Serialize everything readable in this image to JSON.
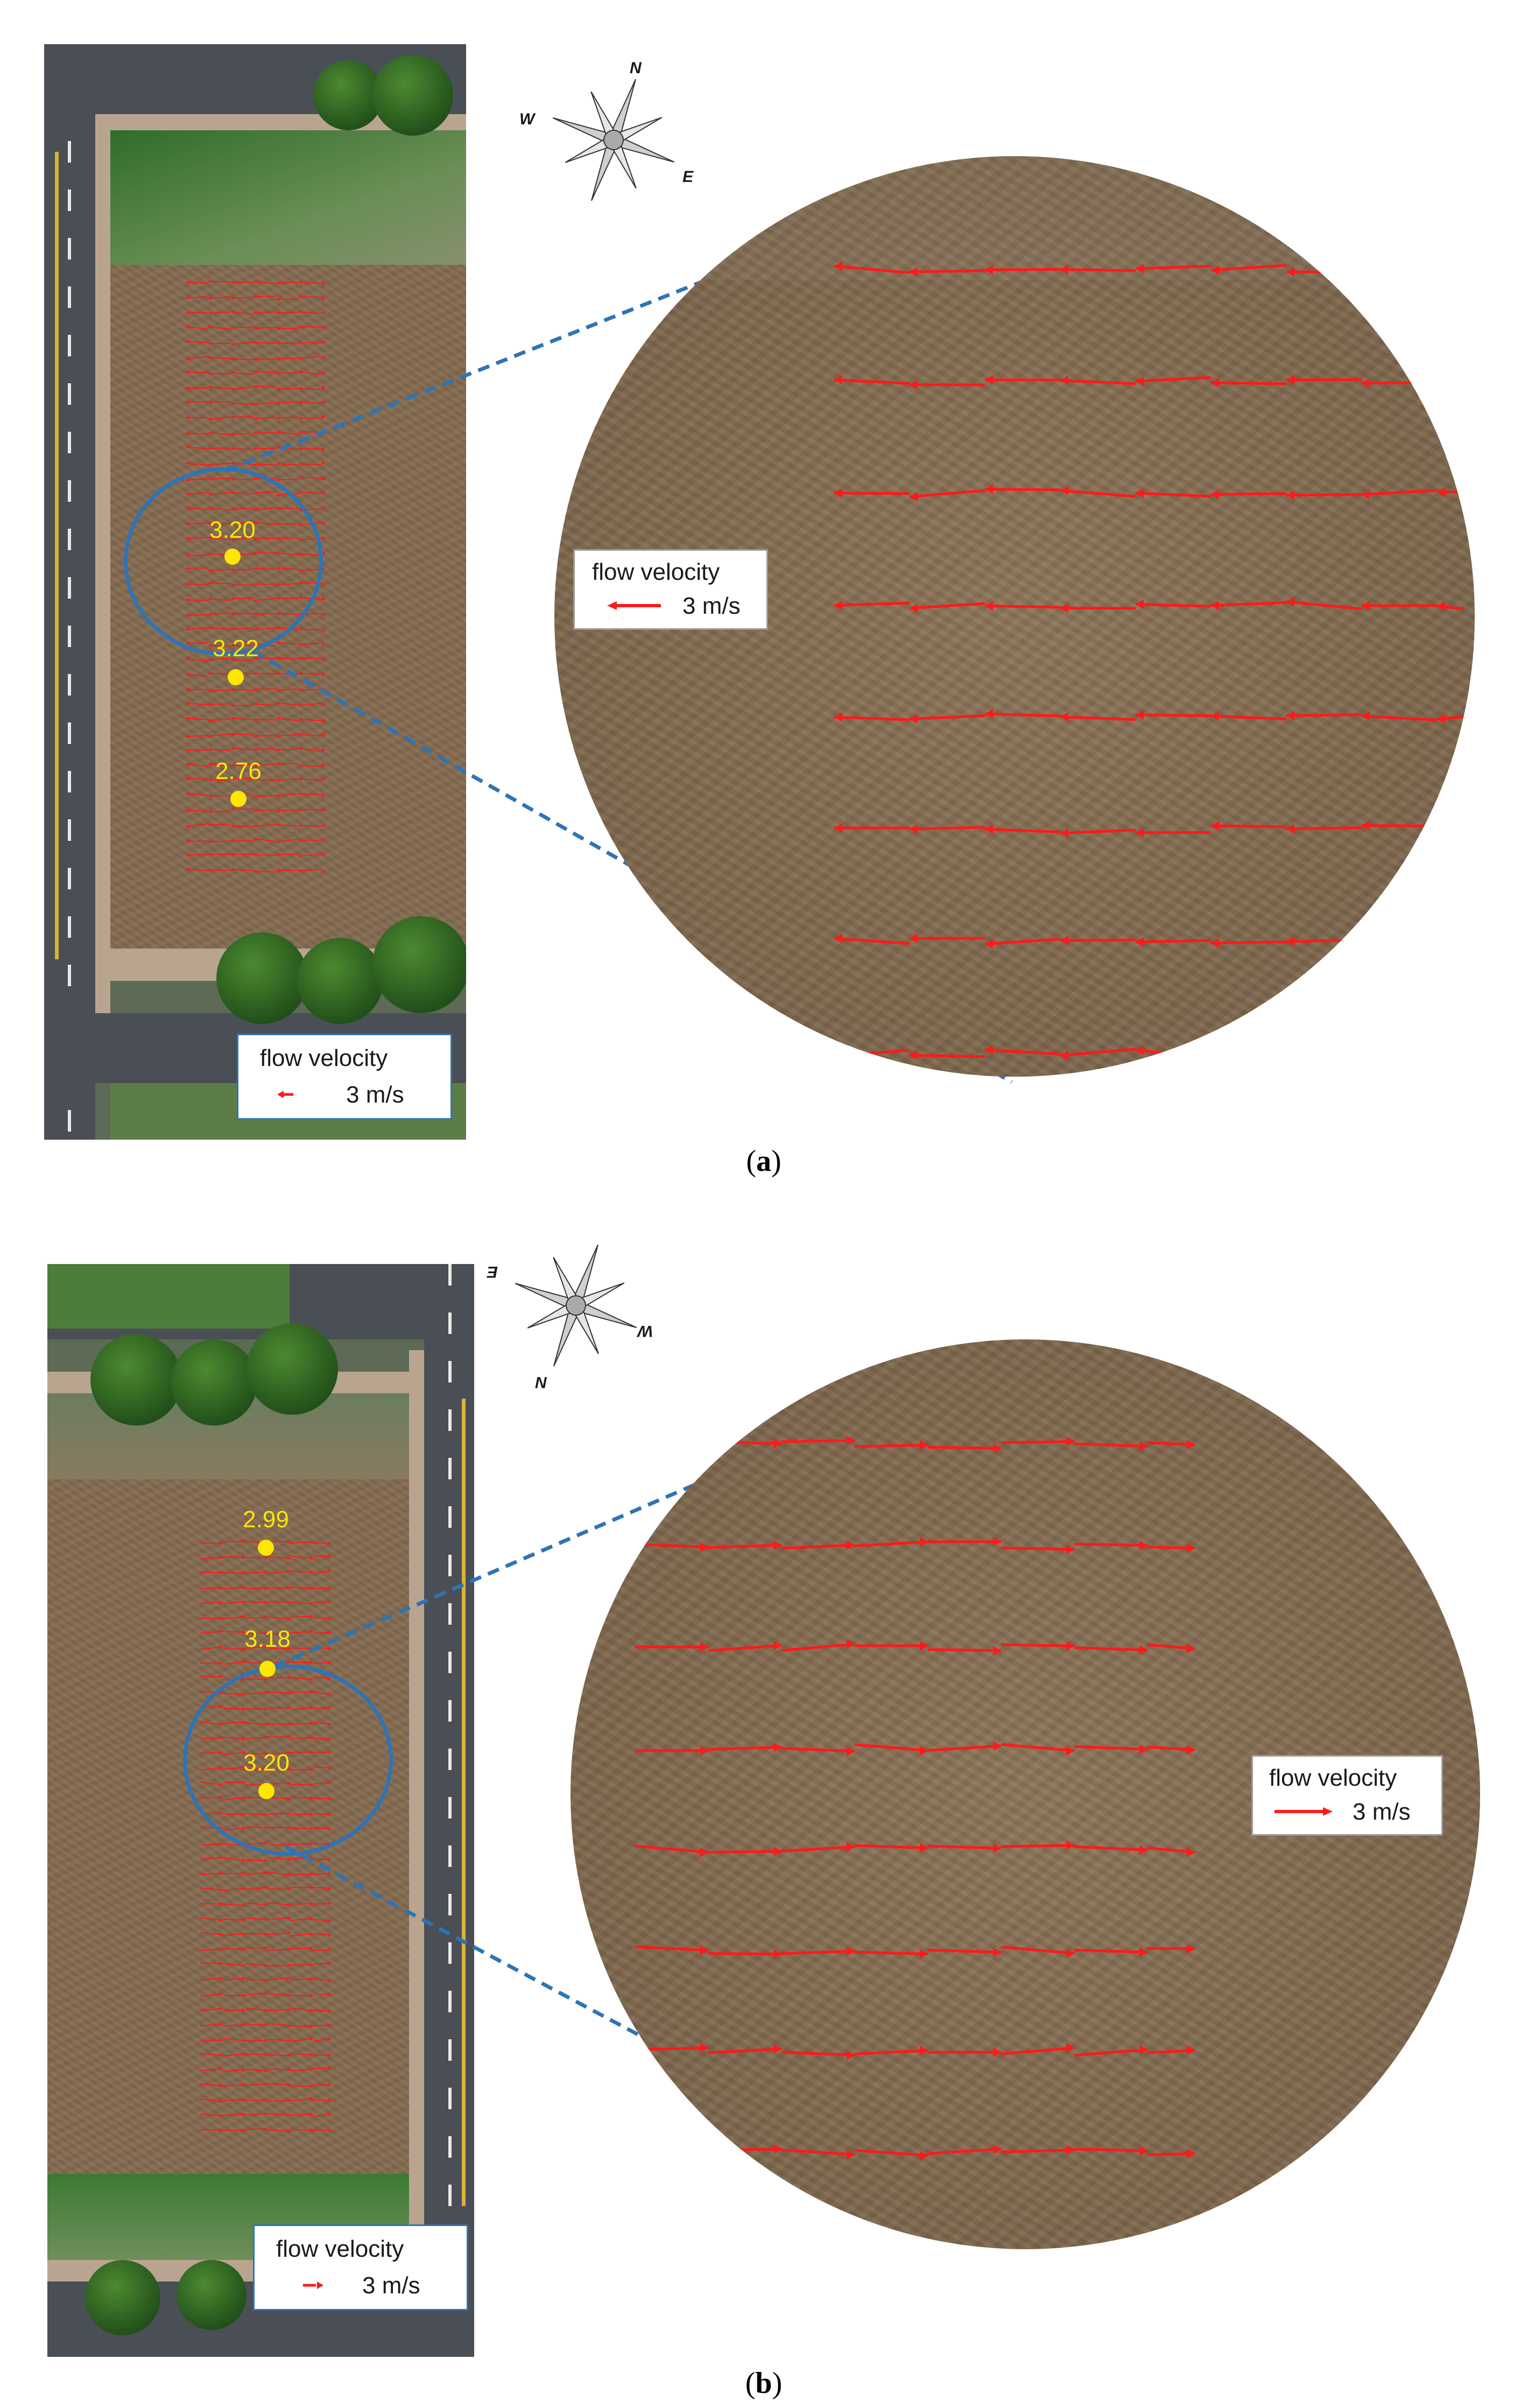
{
  "panels": [
    {
      "id": "a",
      "caption_open": "(",
      "caption_letter": "a",
      "caption_close": ")",
      "compass": {
        "n": "N",
        "e": "E",
        "w": "W"
      },
      "strip_legend": {
        "title": "flow velocity",
        "value": "3 m/s"
      },
      "zoom_legend": {
        "title": "flow velocity",
        "value": "3 m/s"
      },
      "velocity_points": [
        {
          "label": "3.20"
        },
        {
          "label": "3.22"
        },
        {
          "label": "2.76"
        }
      ],
      "flow_direction": "left"
    },
    {
      "id": "b",
      "caption_open": "(",
      "caption_letter": "b",
      "caption_close": ")",
      "compass": {
        "n": "N",
        "e": "E",
        "w": "W"
      },
      "strip_legend": {
        "title": "flow velocity",
        "value": "3 m/s"
      },
      "zoom_legend": {
        "title": "flow velocity",
        "value": "3 m/s"
      },
      "velocity_points": [
        {
          "label": "2.99"
        },
        {
          "label": "3.18"
        },
        {
          "label": "3.20"
        }
      ],
      "flow_direction": "right"
    }
  ],
  "colors": {
    "vector": "#ff1a1a",
    "outline": "#2e74b5",
    "label": "#ffe600",
    "water": "#836a4f"
  }
}
